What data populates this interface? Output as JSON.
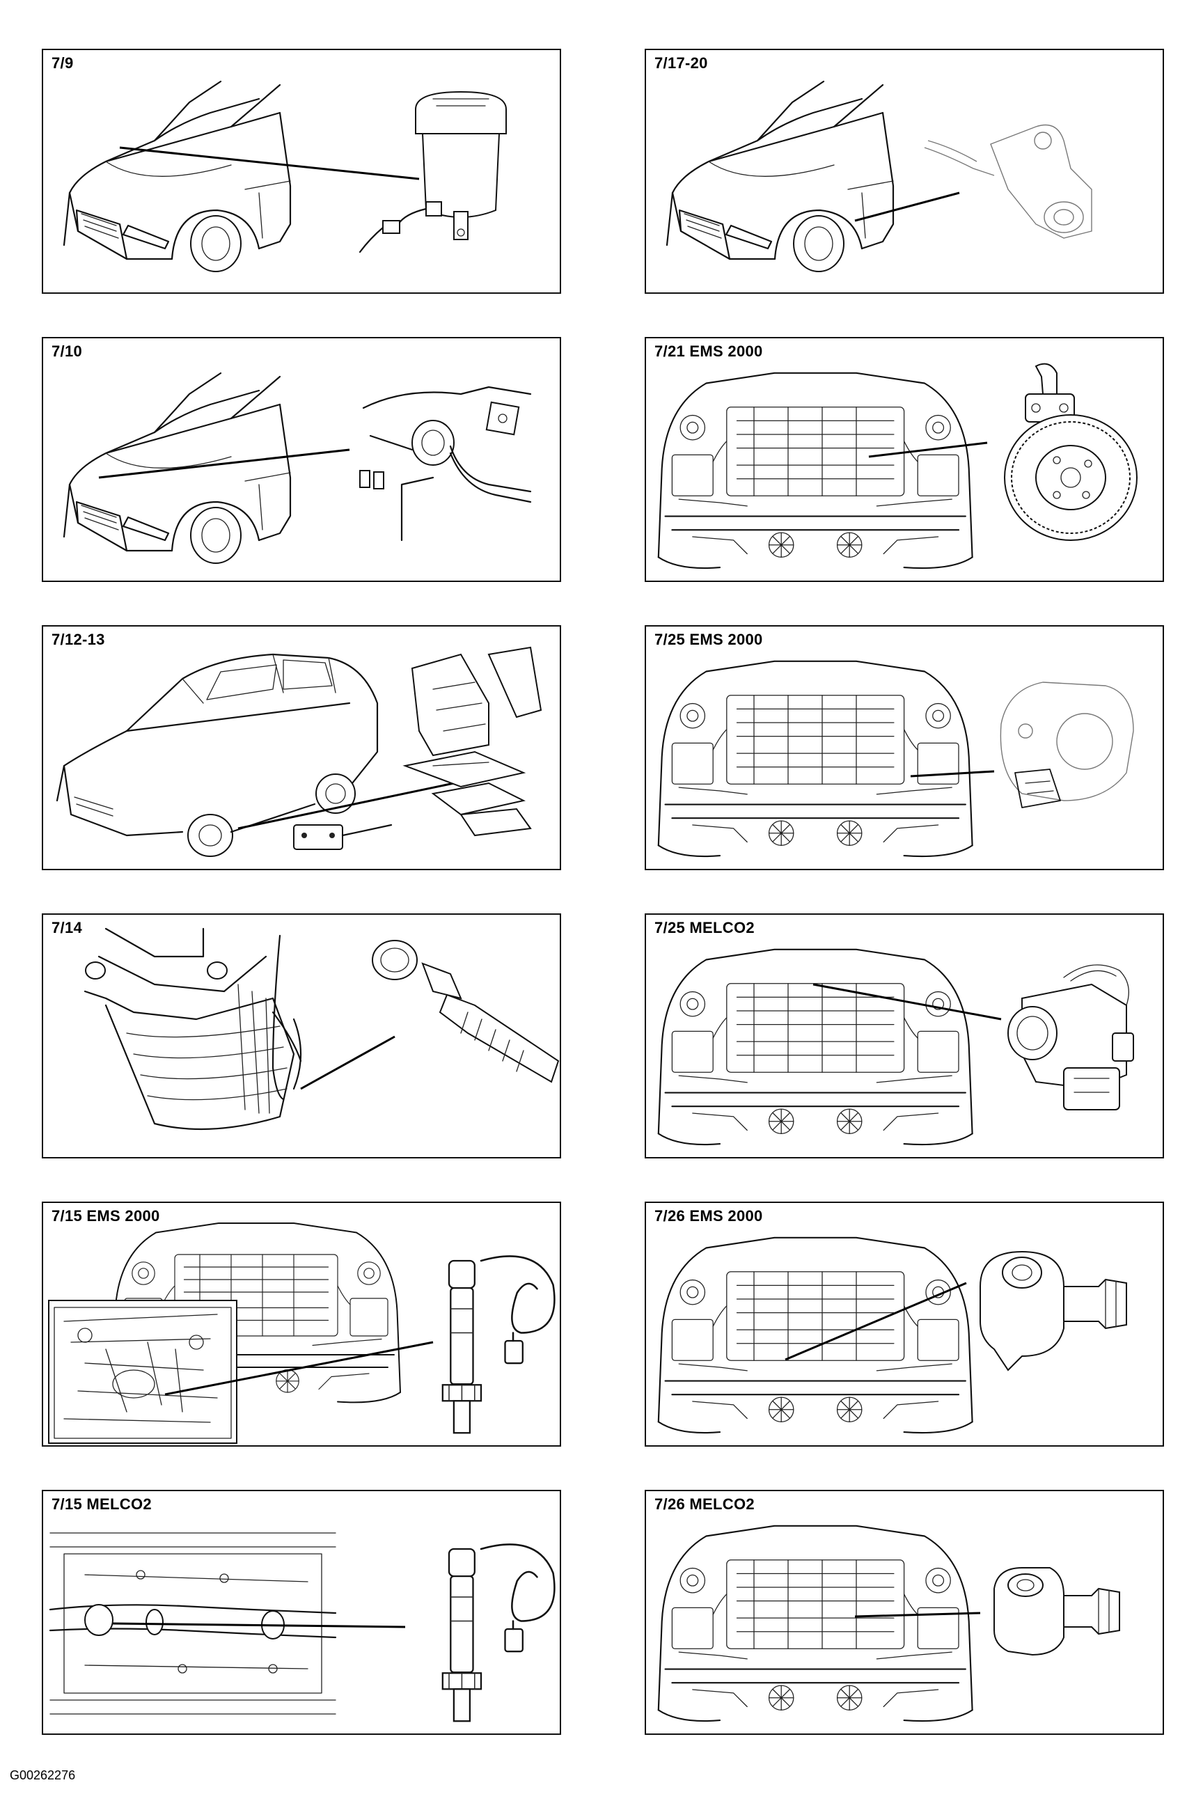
{
  "panels": [
    {
      "id": "p1",
      "label": "7/9"
    },
    {
      "id": "p2",
      "label": "7/17-20"
    },
    {
      "id": "p3",
      "label": "7/10"
    },
    {
      "id": "p4",
      "label": "7/21 EMS 2000"
    },
    {
      "id": "p5",
      "label": "7/12-13"
    },
    {
      "id": "p6",
      "label": "7/25 EMS 2000"
    },
    {
      "id": "p7",
      "label": "7/14"
    },
    {
      "id": "p8",
      "label": "7/25 MELCO2"
    },
    {
      "id": "p9",
      "label": "7/15 EMS 2000"
    },
    {
      "id": "p10",
      "label": "7/26 EMS 2000"
    },
    {
      "id": "p11",
      "label": "7/15 MELCO2"
    },
    {
      "id": "p12",
      "label": "7/26 MELCO2"
    }
  ],
  "footer": {
    "code": "G00262276"
  }
}
